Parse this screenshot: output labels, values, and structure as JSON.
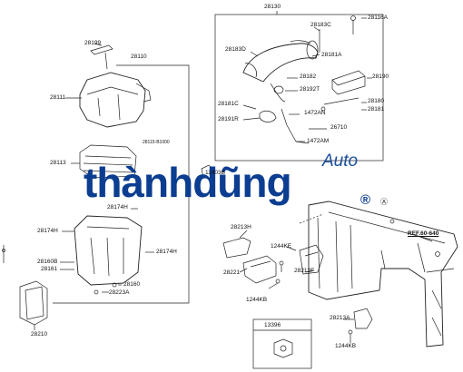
{
  "labels": {
    "p28130": "28130",
    "p28116A": "28116A",
    "p28183C": "28183C",
    "p28183D": "28183D",
    "p28181A": "28181A",
    "p28190": "28190",
    "p28182": "28182",
    "p28192T": "28192T",
    "p28180": "28180",
    "p28181": "28181",
    "p28181C": "28181C",
    "p1472AN_a": "1472AN",
    "p28191R": "28191R",
    "p26710": "26710",
    "p1472AM": "1472AM",
    "p28199": "28199",
    "p28110": "28110",
    "p28111": "28111",
    "p28113": "28113",
    "p28174H_a": "28174H",
    "p28174H_b": "28174H",
    "p28174H_c": "28174H",
    "p11403B": "11403B",
    "p28160B": "28160B",
    "p28161": "28161",
    "p28160": "28160",
    "p28223A": "28223A",
    "p28210": "28210",
    "p28213H": "28213H",
    "p1244KE": "1244KE",
    "p28221": "28221",
    "p28212F": "28212F",
    "p1244KB_a": "1244KB",
    "p13396": "13396",
    "p28213A": "28213A",
    "p1244KB_b": "1244KB",
    "ref": "REF.60-640",
    "ref_circle": "Ⓐ",
    "tiny_note": "28115-B1000"
  },
  "watermark": {
    "brand": "thànhdũng",
    "suffix": "Auto",
    "registered": "®"
  },
  "colors": {
    "line": "#222222",
    "watermark": "#0b3d91"
  }
}
